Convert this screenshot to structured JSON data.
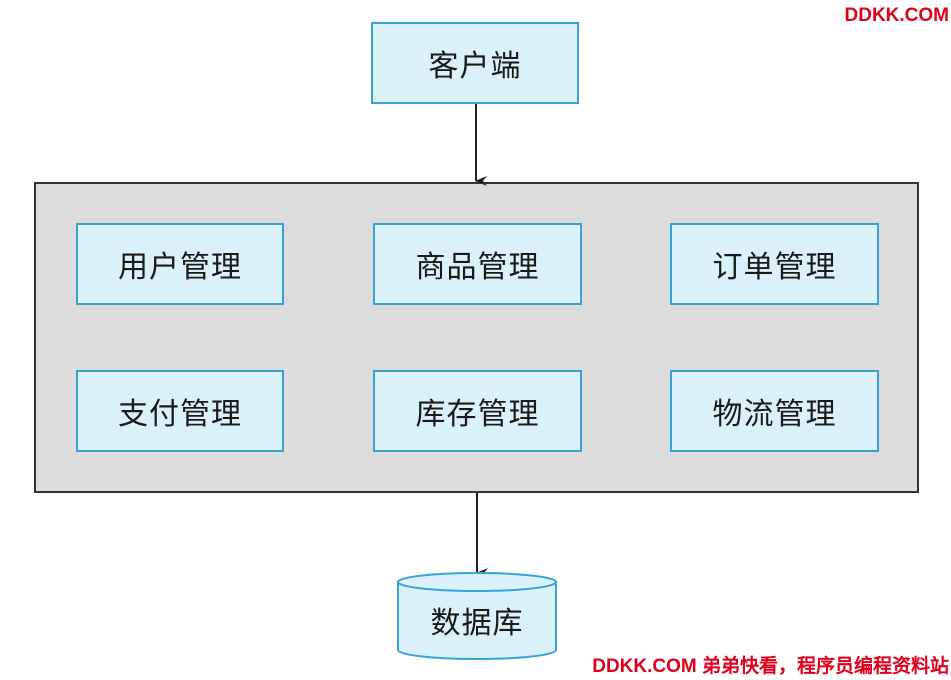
{
  "client": {
    "label": "客户端"
  },
  "modules": [
    {
      "label": "用户管理"
    },
    {
      "label": "商品管理"
    },
    {
      "label": "订单管理"
    },
    {
      "label": "支付管理"
    },
    {
      "label": "库存管理"
    },
    {
      "label": "物流管理"
    }
  ],
  "database": {
    "label": "数据库"
  },
  "watermark": {
    "top": "DDKK.COM",
    "bottom": "DDKK.COM 弟弟快看，程序员编程资料站"
  },
  "colors": {
    "box_fill": "#dbf1fa",
    "box_border": "#3aa0d8",
    "container_fill": "#dcdcdc",
    "watermark": "#e0001b"
  }
}
